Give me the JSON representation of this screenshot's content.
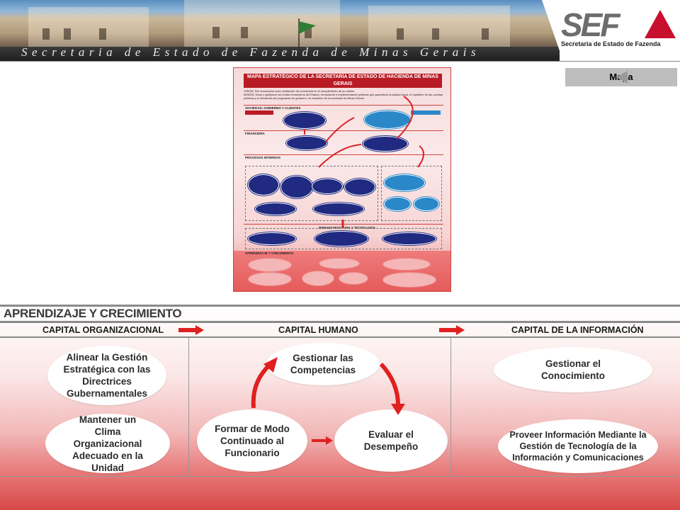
{
  "header": {
    "banner_text": "Secretaria de Estado de Fazenda de Minas Gerais",
    "logo_word": "SEF",
    "logo_subtitle": "Secretaria de Estado de Fazenda"
  },
  "nav": {
    "mapa_label": "Mapa"
  },
  "thumbnail": {
    "title": "MAPA ESTRATÉGICO DE LA SECRETARÍA DE ESTADO DE HACIENDA DE MINAS GERAIS",
    "vision": "VISIÓN: Ser reconocida como institución de excelencia en el cumplimiento de su misión.",
    "mission": "MISIÓN: Dotar y gestionar los fondos financieros del Estado, formulando e implementando políticas que garanticen la justicia fiscal, el equilibrio de las cuentas públicas y el desarrollo de programas de gobierno, en beneficio de la sociedad de Minas Gerais.",
    "sections": [
      "SOCIEDAD, GOBIERNO Y CLIENTES",
      "FINANCIERA",
      "PROCESOS INTERNOS",
      "INFRAESTRUCTURA Y TECNOLOGÍA",
      "APRENDIZAJE Y CRECIMIENTO"
    ]
  },
  "detail": {
    "heading": "APRENDIZAJE Y CRECIMIENTO",
    "columns": [
      "CAPITAL ORGANIZACIONAL",
      "CAPITAL HUMANO",
      "CAPITAL DE LA INFORMACIÓN"
    ],
    "organizacional": {
      "objective_1": "Alinear la Gestión Estratégica con las Directrices Gubernamentales",
      "objective_2": "Mantener un Clima Organizacional Adecuado en la Unidad"
    },
    "humano": {
      "objective_1": "Gestionar las Competencias",
      "objective_2": "Formar de Modo Continuado al Funcionario",
      "objective_3": "Evaluar el Desempeño"
    },
    "informacion": {
      "objective_1": "Gestionar el Conocimiento",
      "objective_2": "Proveer Información Mediante la Gestión de Tecnología de la Información y Comunicaciones"
    }
  },
  "colors": {
    "brand_red": "#c8102e",
    "arrow_red": "#e02020",
    "logo_gray": "#6d6d6d"
  }
}
